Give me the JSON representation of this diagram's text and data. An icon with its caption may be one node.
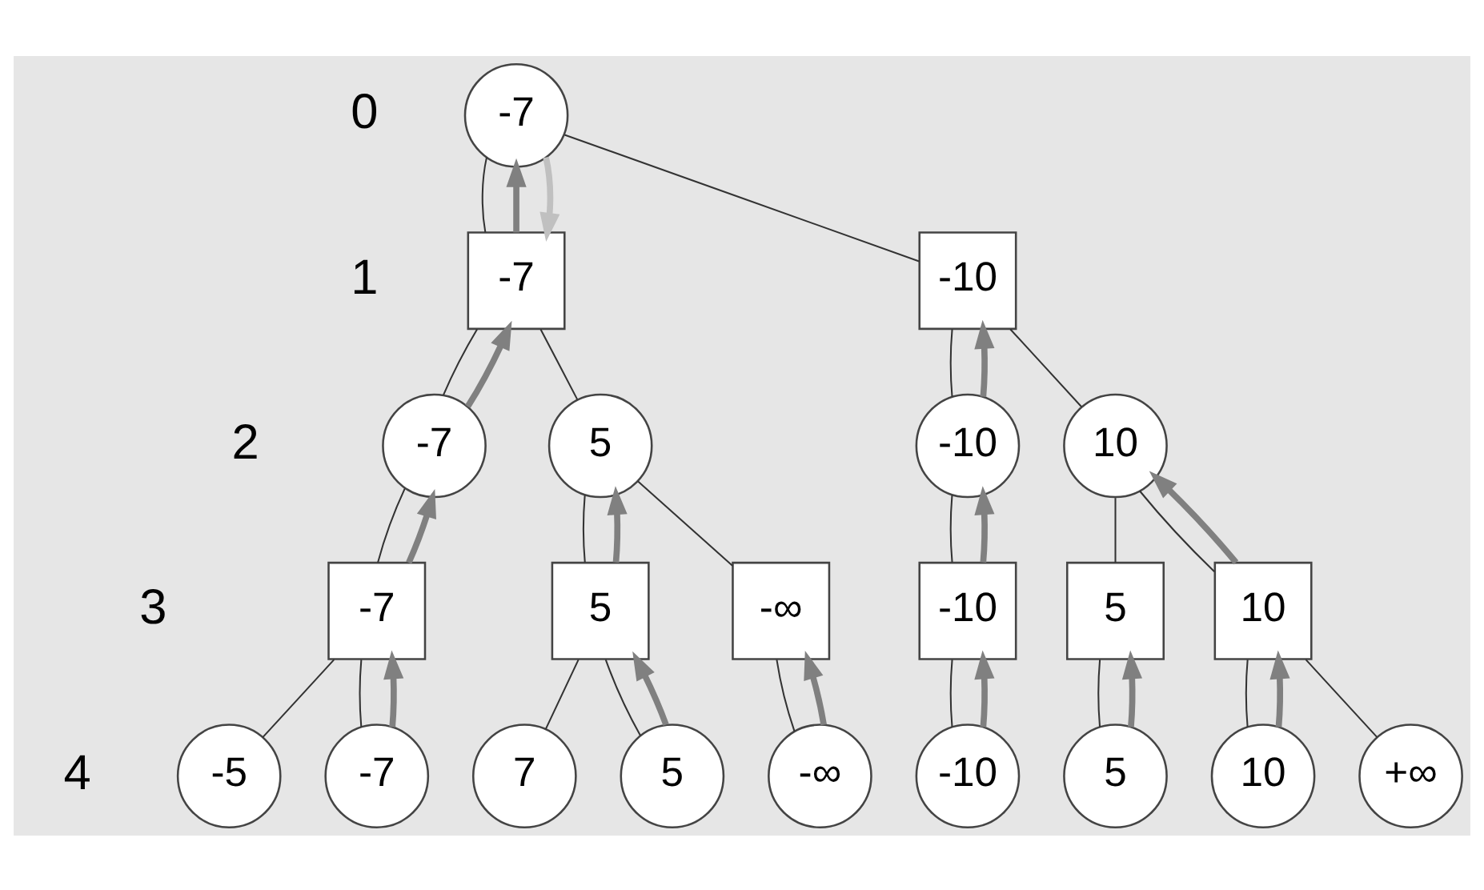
{
  "diagram": {
    "nodes": [
      {
        "text": [
          "-7"
        ]
      },
      {
        "text": [
          "-10"
        ]
      },
      {
        "text": [
          "-7"
        ]
      },
      {
        "text": [
          "10"
        ]
      },
      {
        "text": [
          "-10"
        ]
      },
      {
        "text": [
          "5"
        ]
      },
      {
        "text": [
          "-7"
        ]
      },
      {
        "text": [
          "10"
        ]
      },
      {
        "text": [
          "5"
        ]
      },
      {
        "text": [
          "-10"
        ]
      },
      {
        "text": [
          "5"
        ]
      },
      {
        "text": [
          "-∞"
        ]
      },
      {
        "text": [
          "-7"
        ]
      },
      {
        "text": [
          "10"
        ]
      },
      {
        "text": [
          "+∞"
        ]
      },
      {
        "text": [
          "5"
        ]
      },
      {
        "text": [
          "-10"
        ]
      },
      {
        "text": [
          "7"
        ]
      },
      {
        "text": [
          "5"
        ]
      },
      {
        "text": [
          "-∞"
        ]
      },
      {
        "text": [
          "-7"
        ]
      },
      {
        "text": [
          "-5"
        ]
      }
    ],
    "edges": [
      {
        "from": 0,
        "to": 1,
        "arrow": "none"
      },
      {
        "from": 0,
        "to": 2,
        "arrow": "none"
      },
      {
        "from": 1,
        "to": 3,
        "arrow": "none"
      },
      {
        "from": 1,
        "to": 4,
        "arrow": "none"
      },
      {
        "from": 2,
        "to": 5,
        "arrow": "none"
      },
      {
        "from": 2,
        "to": 6,
        "arrow": "none"
      },
      {
        "from": 3,
        "to": 7,
        "arrow": "none"
      },
      {
        "from": 3,
        "to": 8,
        "arrow": "none"
      },
      {
        "from": 4,
        "to": 9,
        "arrow": "none"
      },
      {
        "from": 5,
        "to": 10,
        "arrow": "none"
      },
      {
        "from": 5,
        "to": 11,
        "arrow": "none"
      },
      {
        "from": 6,
        "to": 12,
        "arrow": "none"
      },
      {
        "from": 7,
        "to": 13,
        "arrow": "none"
      },
      {
        "from": 7,
        "to": 14,
        "arrow": "none"
      },
      {
        "from": 8,
        "to": 15,
        "arrow": "none"
      },
      {
        "from": 9,
        "to": 16,
        "arrow": "none"
      },
      {
        "from": 10,
        "to": 17,
        "arrow": "none"
      },
      {
        "from": 10,
        "to": 18,
        "arrow": "none"
      },
      {
        "from": 11,
        "to": 19,
        "arrow": "none"
      },
      {
        "from": 12,
        "to": 20,
        "arrow": "none"
      },
      {
        "from": 12,
        "to": 21,
        "arrow": "none"
      },
      {
        "from": 13,
        "to": 7,
        "arrow": "to",
        "style": "thick",
        "color": "#808080"
      },
      {
        "from": 7,
        "to": 3,
        "arrow": "to",
        "style": "thick",
        "color": "#808080"
      },
      {
        "from": 15,
        "to": 8,
        "arrow": "to",
        "style": "thick",
        "color": "#808080"
      },
      {
        "from": 16,
        "to": 9,
        "arrow": "to",
        "style": "thick",
        "color": "#808080"
      },
      {
        "from": 9,
        "to": 4,
        "arrow": "to",
        "style": "thick",
        "color": "#808080"
      },
      {
        "from": 4,
        "to": 1,
        "arrow": "to",
        "style": "thick",
        "color": "#808080"
      },
      {
        "from": 18,
        "to": 10,
        "arrow": "to",
        "style": "thick",
        "color": "#808080"
      },
      {
        "from": 10,
        "to": 5,
        "arrow": "to",
        "style": "thick",
        "color": "#808080"
      },
      {
        "from": 19,
        "to": 11,
        "arrow": "to",
        "style": "thick",
        "color": "#808080"
      },
      {
        "from": 20,
        "to": 12,
        "arrow": "to",
        "style": "thick",
        "color": "#808080"
      },
      {
        "from": 12,
        "to": 6,
        "arrow": "to",
        "style": "thick",
        "color": "#808080"
      },
      {
        "from": 6,
        "to": 2,
        "arrow": "to",
        "style": "thick",
        "color": "#808080"
      },
      {
        "from": 2,
        "to": 0,
        "arrow": "to",
        "style": "thick",
        "color": "#808080"
      },
      {
        "from": 0,
        "to": 2,
        "arrow": "to",
        "style": "thick",
        "color": "#c0c0c0"
      }
    ],
    "labels": [
      "0",
      "1",
      "2",
      "3",
      "4"
    ]
  }
}
